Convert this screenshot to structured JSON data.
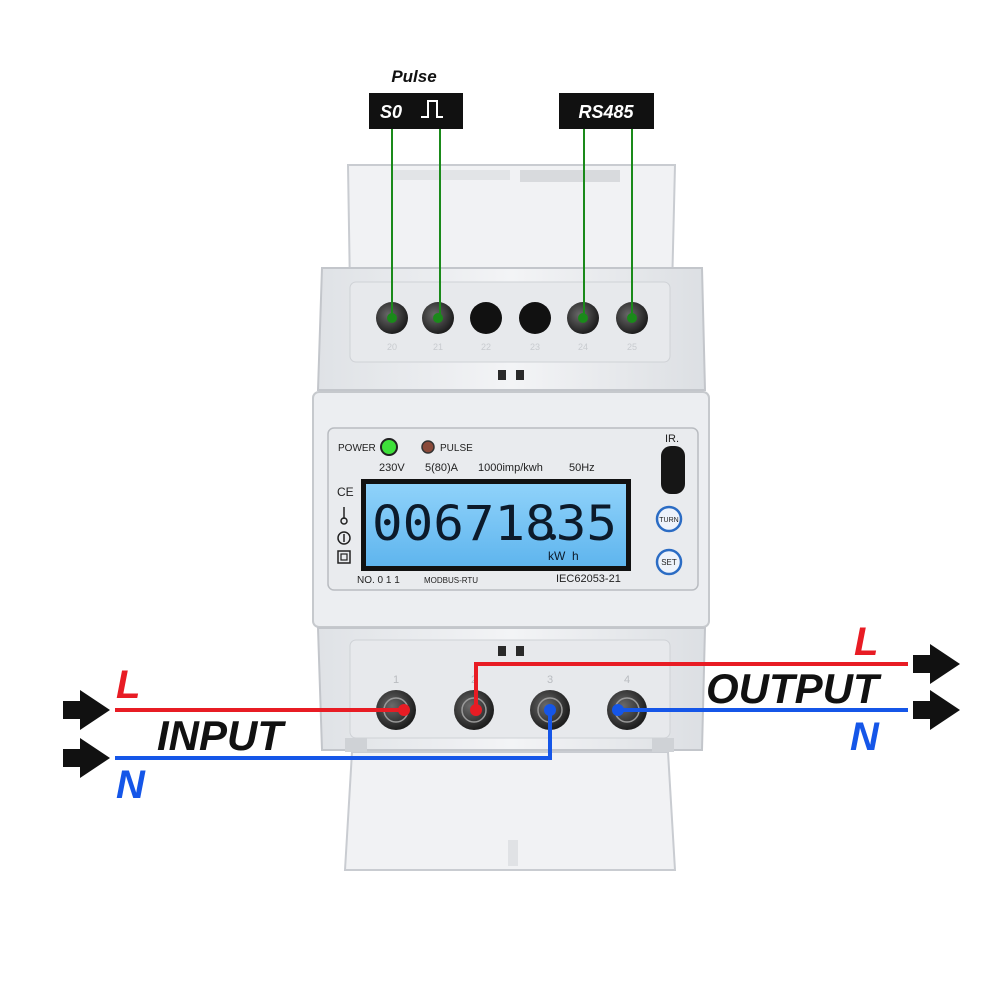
{
  "top_labels": {
    "pulse": "Pulse",
    "s0": "S0",
    "rs485": "RS485"
  },
  "panel": {
    "power": "POWER",
    "pulse": "PULSE",
    "voltage": "230V",
    "current": "5(80)A",
    "impulse": "1000imp/kwh",
    "frequency": "50Hz",
    "ir": "IR.",
    "turn_button": "TURN",
    "set_button": "SET",
    "number": "NO. 0 1 1",
    "protocol": "MODBUS-RTU",
    "standard": "IEC62053-21",
    "ce_mark": "CE"
  },
  "display": {
    "reading": "00671835",
    "unit": "kW  h"
  },
  "terminals": {
    "top_numbers": [
      "20",
      "21",
      "22",
      "23",
      "24",
      "25"
    ],
    "bottom_numbers": [
      "1",
      "2",
      "3",
      "4"
    ]
  },
  "wiring": {
    "input": "INPUT",
    "output": "OUTPUT",
    "input_l": "L",
    "input_n": "N",
    "output_l": "L",
    "output_n": "N"
  },
  "colors": {
    "line": "#e81c24",
    "neutral": "#1556e8",
    "signal": "#1a8a1a",
    "lcd_bg": "#7ec8f5",
    "housing": "#eef0f2"
  }
}
